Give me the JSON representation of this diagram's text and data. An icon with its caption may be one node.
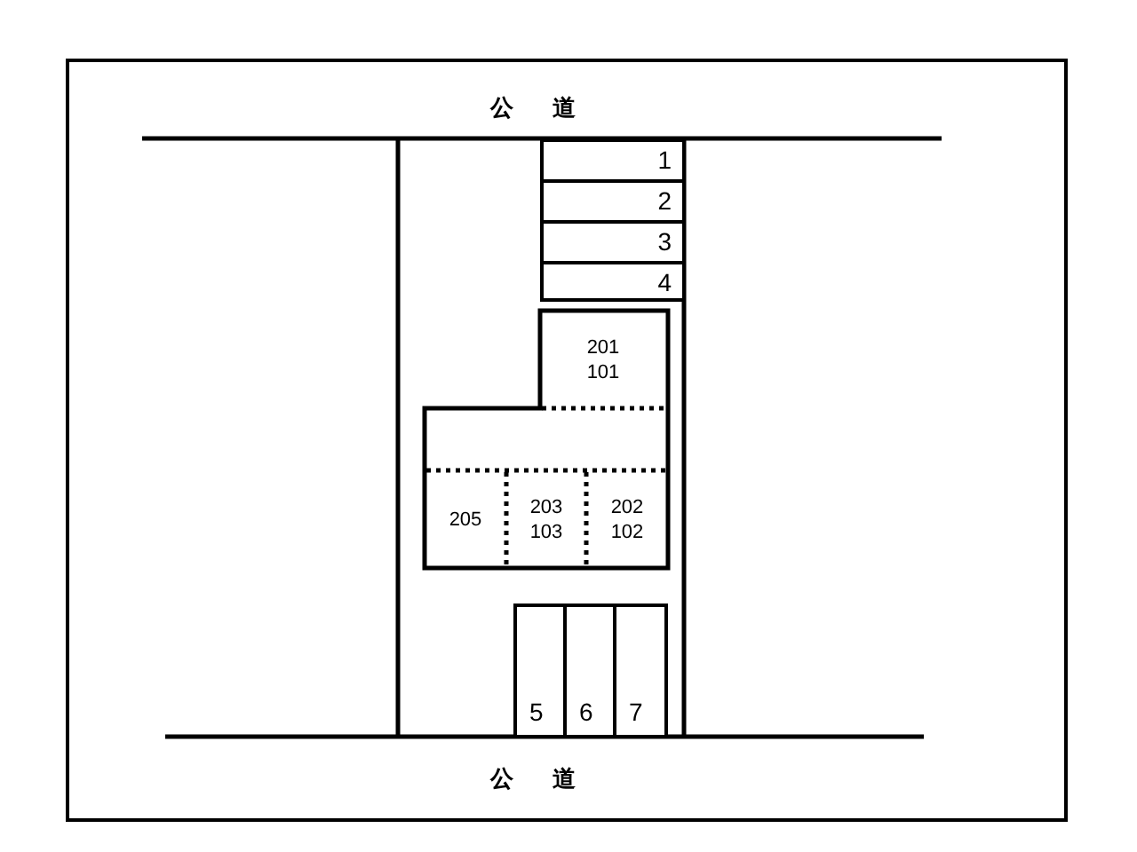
{
  "diagram": {
    "nodes": [
      {
        "text": [
          "1"
        ]
      },
      {
        "text": [
          "2"
        ]
      },
      {
        "text": [
          "3"
        ]
      },
      {
        "text": [
          "4"
        ]
      },
      {
        "text": [],
        "shape": "box"
      },
      {
        "text": [
          "201",
          "101"
        ],
        "in": 4
      },
      {
        "text": [
          "205"
        ],
        "in": 4
      },
      {
        "text": [
          "203",
          "103"
        ],
        "in": 4
      },
      {
        "text": [
          "202",
          "102"
        ],
        "in": 4
      },
      {
        "text": [
          "5"
        ]
      },
      {
        "text": [
          "6"
        ]
      },
      {
        "text": [
          "7"
        ]
      }
    ],
    "labels": [
      "公道",
      "公道"
    ]
  }
}
